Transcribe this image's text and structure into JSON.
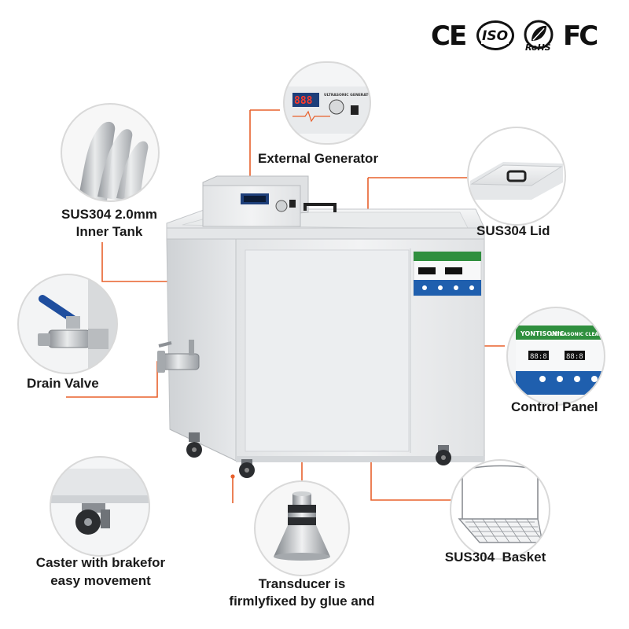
{
  "certifications": {
    "ce": "CE",
    "iso": "ISO",
    "rohs": "RoHS",
    "fc": "FC"
  },
  "callouts": {
    "external_generator": "External Generator",
    "inner_tank_line1": "SUS304 2.0mm",
    "inner_tank_line2": "Inner Tank",
    "lid": "SUS304 Lid",
    "drain_valve": "Drain Valve",
    "control_panel": "Control Panel",
    "caster_line1": "Caster with brakefor",
    "caster_line2": "easy movement",
    "transducer_line1": "Transducer is",
    "transducer_line2": "firmlyfixed by glue and",
    "basket": "SUS304  Basket"
  },
  "device": {
    "brand": "YONTISONIC",
    "panel_title": "ULTRASONIC CLEANER",
    "generator_title": "ULTRASONIC GENERATOR",
    "display_left": "88:8",
    "display_right": "88:8",
    "generator_display": "888"
  },
  "colors": {
    "accent": "#e8602c",
    "circle_border": "#d9d9d9",
    "steel_light": "#eeeff0",
    "steel_mid": "#d7d9db",
    "steel_dark": "#b9bcbf",
    "panel_green": "#2f8f3e",
    "panel_blue": "#1f5fae",
    "display_red": "#ff3a2a"
  }
}
